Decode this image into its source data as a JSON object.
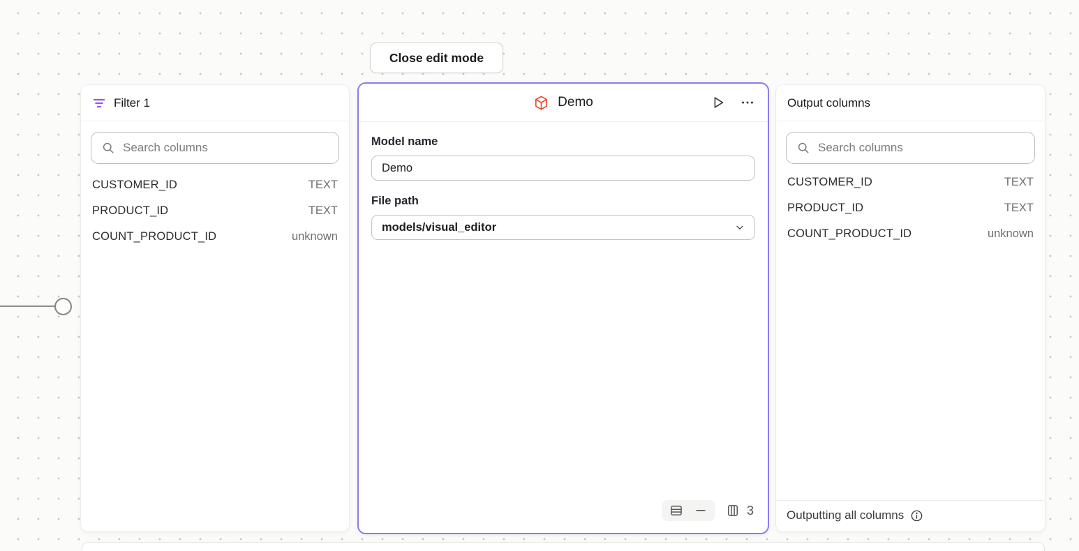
{
  "colors": {
    "accent_purple": "#8b7bee",
    "filter_icon_purple": "#9b4ff2",
    "model_icon_orange": "#e8492e",
    "canvas_background": "#fbfbfa"
  },
  "toolbar": {
    "close_button_label": "Close edit mode"
  },
  "filter_panel": {
    "title": "Filter 1",
    "search_placeholder": "Search columns",
    "columns": [
      {
        "name": "CUSTOMER_ID",
        "type": "TEXT"
      },
      {
        "name": "PRODUCT_ID",
        "type": "TEXT"
      },
      {
        "name": "COUNT_PRODUCT_ID",
        "type": "unknown"
      }
    ]
  },
  "model_panel": {
    "title": "Demo",
    "model_name_label": "Model name",
    "model_name_value": "Demo",
    "file_path_label": "File path",
    "file_path_value": "models/visual_editor",
    "footer": {
      "column_count": "3"
    }
  },
  "output_panel": {
    "title": "Output columns",
    "search_placeholder": "Search columns",
    "columns": [
      {
        "name": "CUSTOMER_ID",
        "type": "TEXT"
      },
      {
        "name": "PRODUCT_ID",
        "type": "TEXT"
      },
      {
        "name": "COUNT_PRODUCT_ID",
        "type": "unknown"
      }
    ],
    "footer_text": "Outputting all columns"
  }
}
